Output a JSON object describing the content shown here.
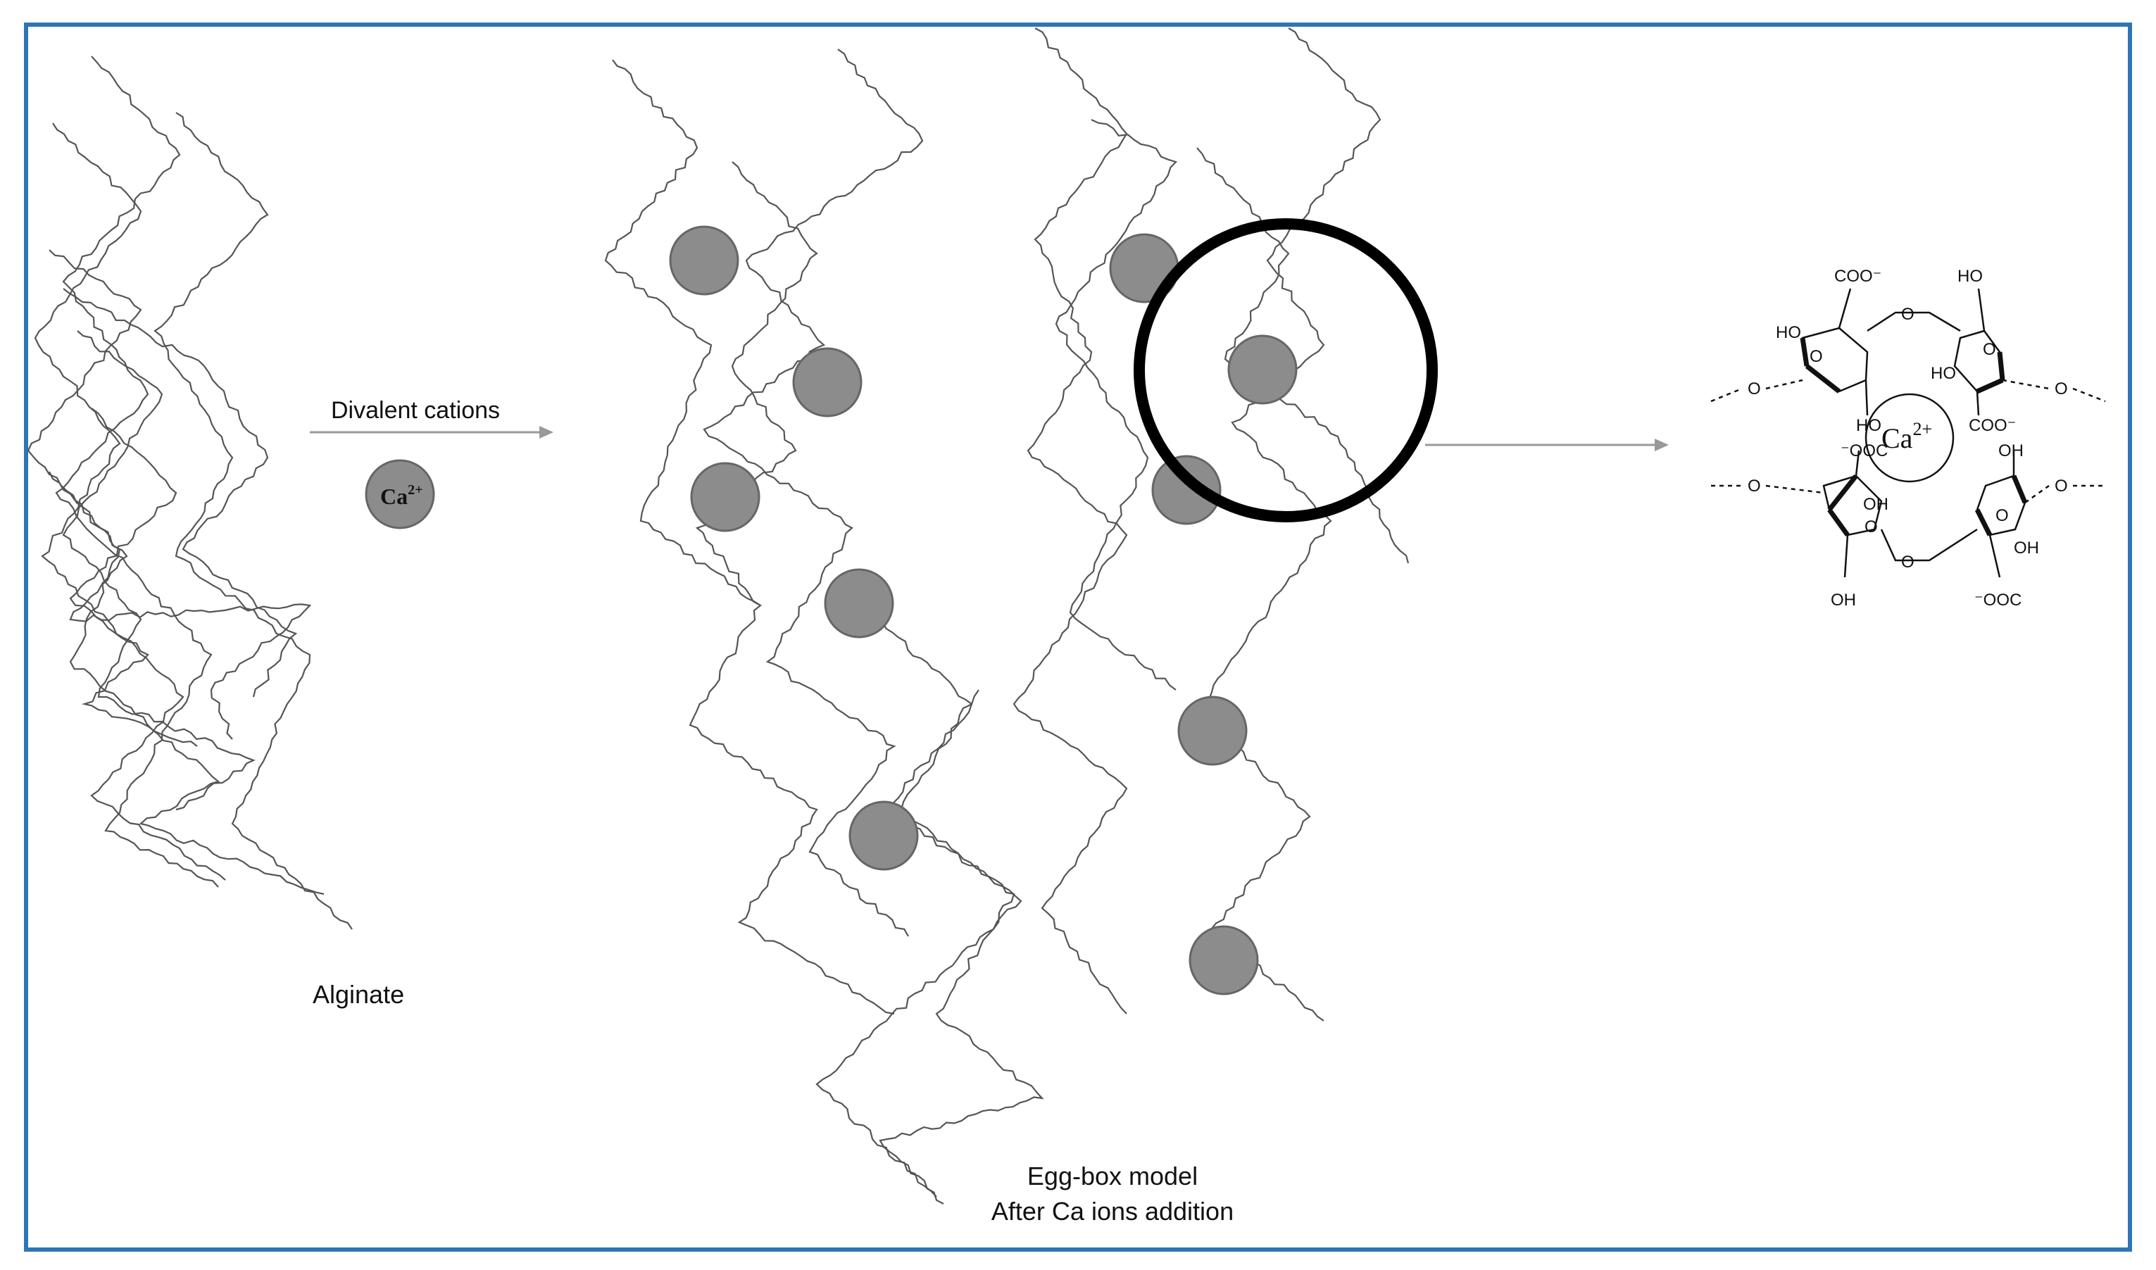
{
  "labels": {
    "divalent_cations": "Divalent cations",
    "alginate": "Alginate",
    "egg_box_line1": "Egg-box model",
    "egg_box_line2": "After Ca ions addition"
  },
  "ion": {
    "base": "Ca",
    "charge": "2+"
  },
  "structure": {
    "center_base": "Ca",
    "center_charge": "2+",
    "coo_minus": "COO⁻",
    "minus_ooc": "⁻OOC",
    "ho": "HO",
    "oh": "OH",
    "o": "O"
  },
  "colors": {
    "frame": "#2e75b6",
    "chain": "#555555",
    "ion_fill": "#8c8c8c",
    "ion_stroke": "#666666",
    "highlight": "#000000"
  }
}
